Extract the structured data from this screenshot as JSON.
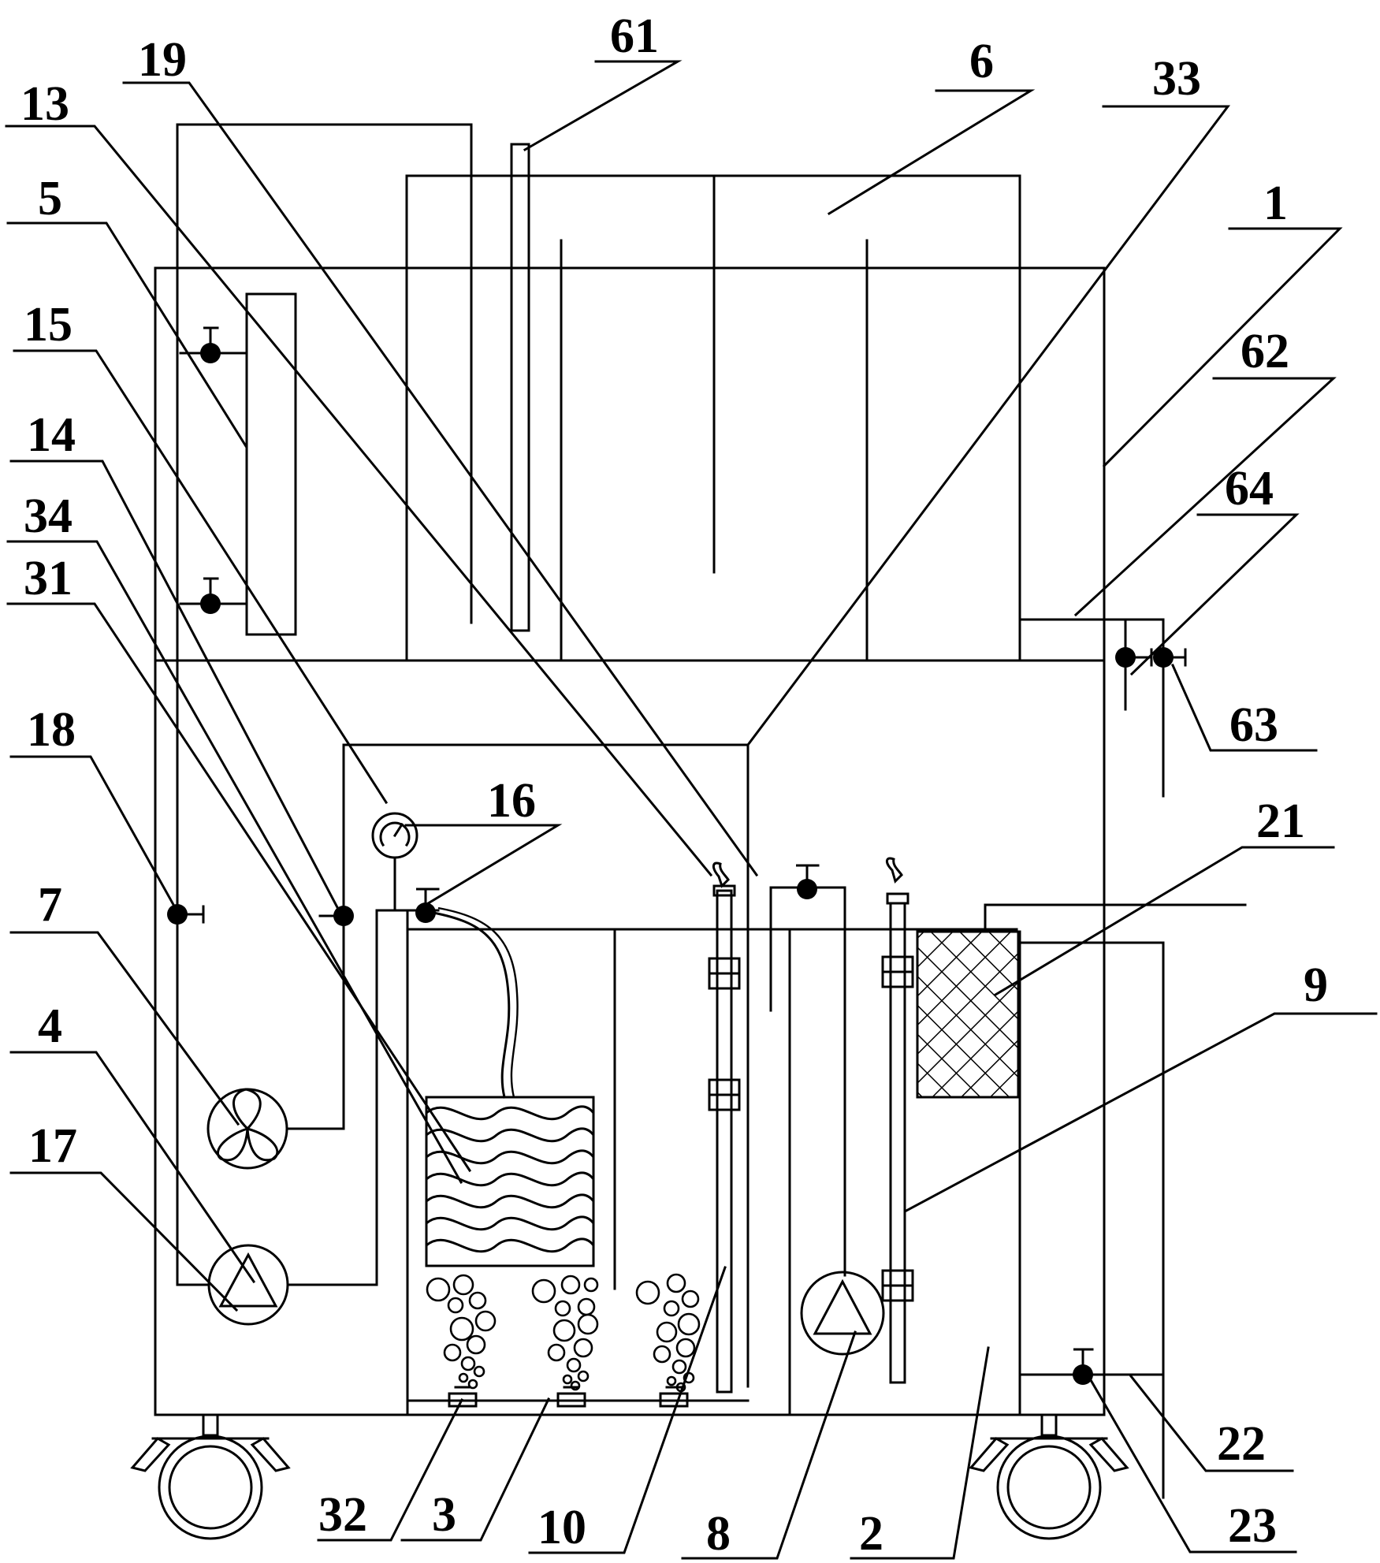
{
  "diagram": {
    "labels": {
      "l1": "1",
      "l2": "2",
      "l3": "3",
      "l4": "4",
      "l5": "5",
      "l6": "6",
      "l7": "7",
      "l8": "8",
      "l9": "9",
      "l10": "10",
      "l13": "13",
      "l14": "14",
      "l15": "15",
      "l16": "16",
      "l17": "17",
      "l18": "18",
      "l19": "19",
      "l21": "21",
      "l22": "22",
      "l23": "23",
      "l31": "31",
      "l32": "32",
      "l33": "33",
      "l34": "34",
      "l61": "61",
      "l62": "62",
      "l63": "63",
      "l64": "64"
    }
  }
}
